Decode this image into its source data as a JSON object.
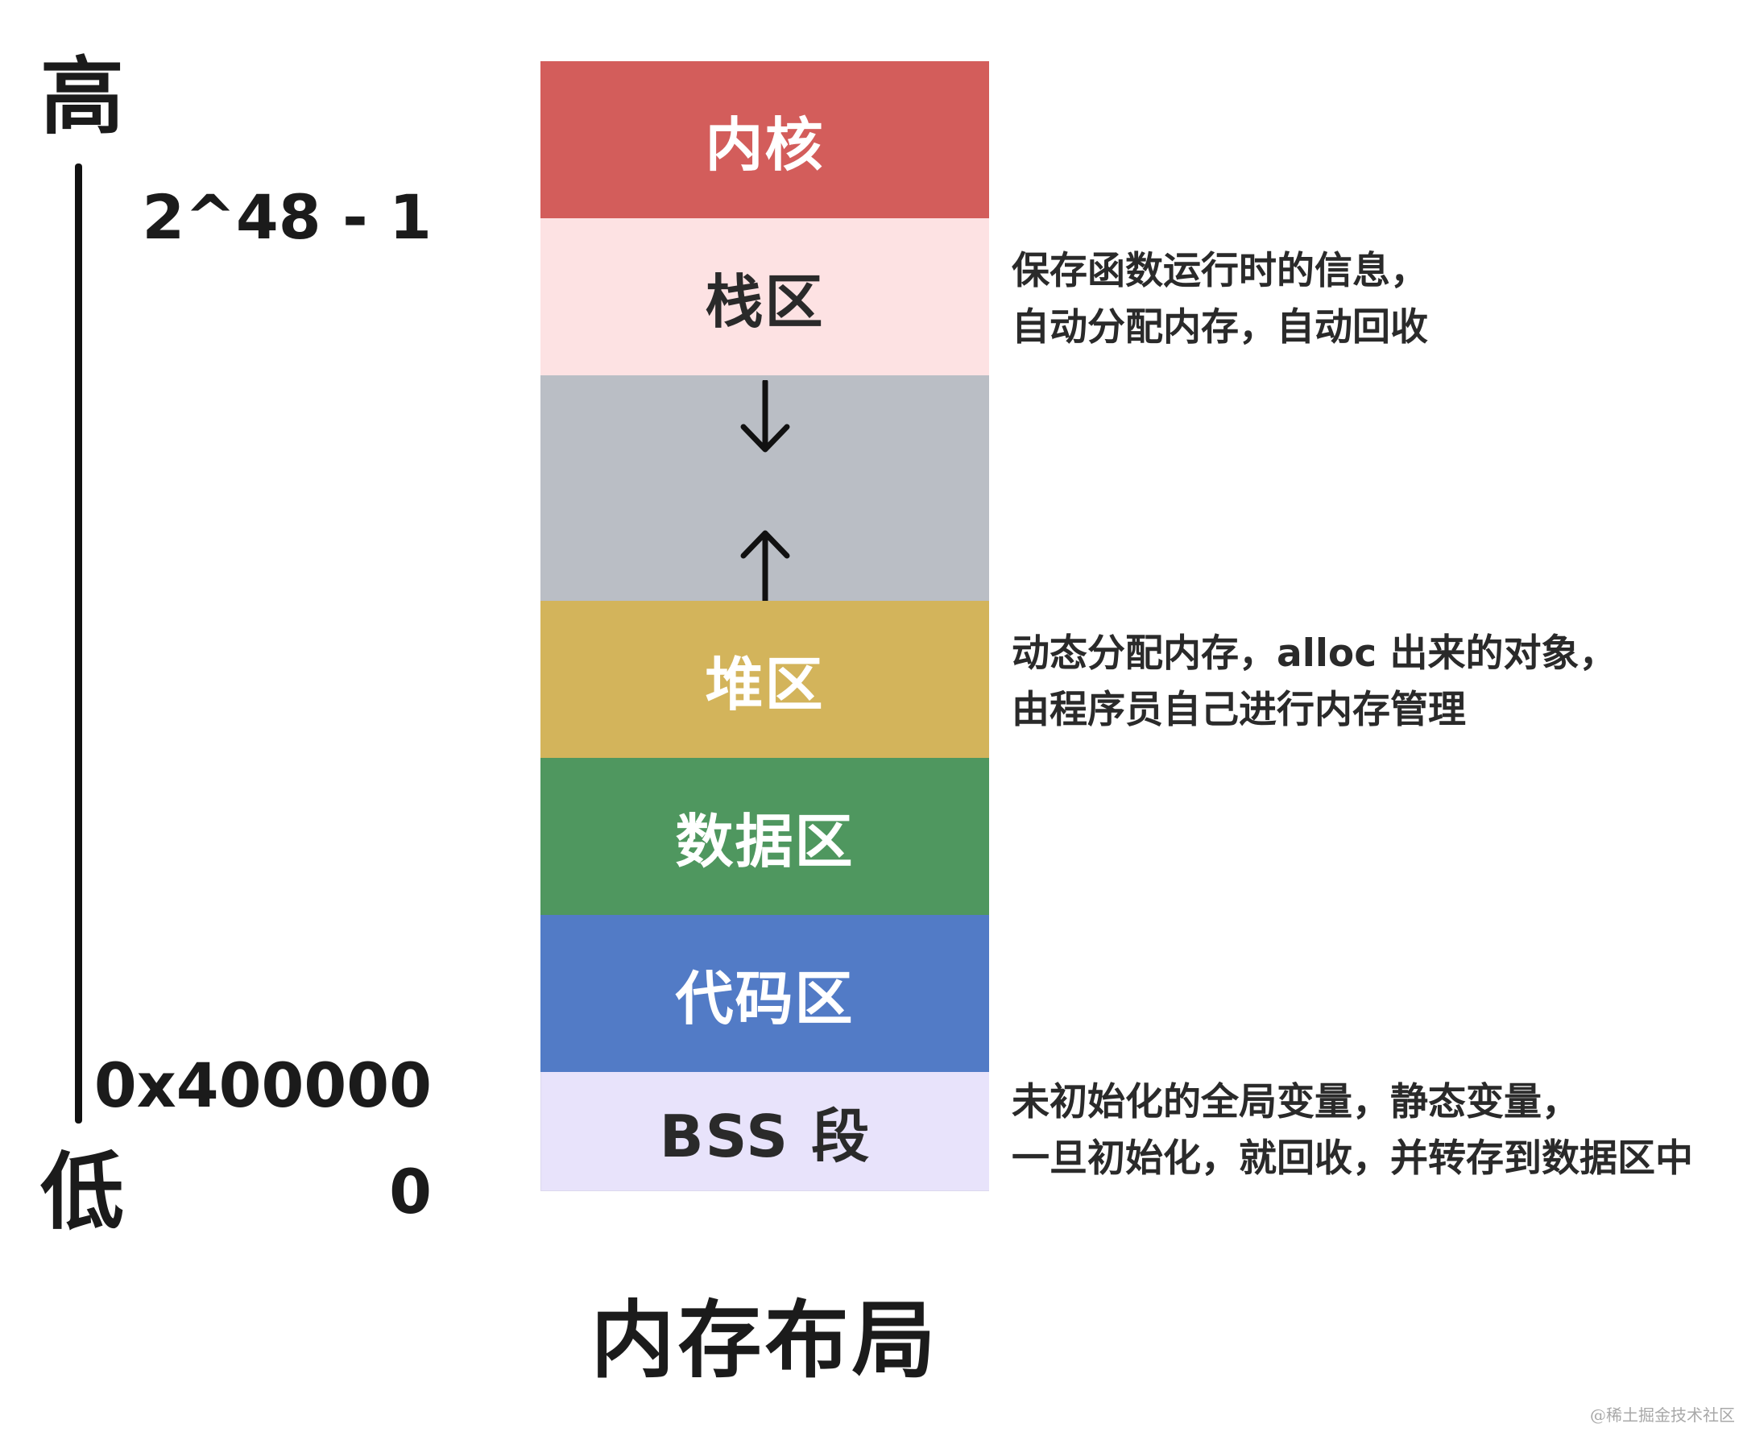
{
  "axis": {
    "high": "高",
    "low": "低"
  },
  "addresses": {
    "top": "2^48 - 1",
    "code_start": "0x400000",
    "zero": "0"
  },
  "segments": {
    "kernel": "内核",
    "stack": "栈区",
    "heap": "堆区",
    "data": "数据区",
    "code": "代码区",
    "bss": "BSS 段"
  },
  "notes": {
    "stack": [
      "保存函数运行时的信息，",
      "自动分配内存，自动回收"
    ],
    "heap": [
      "动态分配内存，alloc 出来的对象，",
      "由程序员自己进行内存管理"
    ],
    "bss": [
      "未初始化的全局变量，静态变量，",
      "一旦初始化，就回收，并转存到数据区中"
    ]
  },
  "title": "内存布局",
  "watermark": "@稀土掘金技术社区",
  "icons": {
    "free_top": "arrow-down-icon",
    "free_bottom": "arrow-up-icon"
  },
  "colors": {
    "kernel": "#d35d5b",
    "stack": "#fde2e3",
    "free": "#babec5",
    "heap": "#d3b45b",
    "data": "#4f975f",
    "code": "#527bc6",
    "bss": "#e8e3fb"
  }
}
